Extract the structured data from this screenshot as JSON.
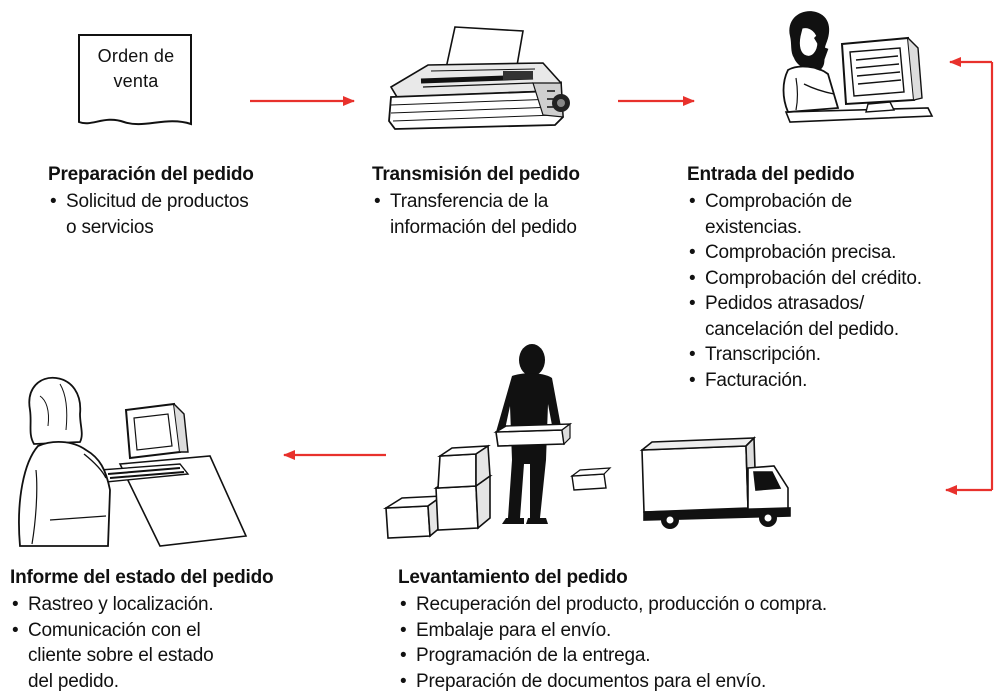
{
  "colors": {
    "arrow": "#e8312c",
    "ink": "#111111",
    "background": "#ffffff"
  },
  "document_icon": {
    "label": "Orden de\nventa"
  },
  "steps": [
    {
      "key": "preparation",
      "title": "Preparación del pedido",
      "items": [
        "Solicitud de productos\no servicios"
      ]
    },
    {
      "key": "transmission",
      "title": "Transmisión del pedido",
      "items": [
        "Transferencia de la\ninformación del pedido"
      ]
    },
    {
      "key": "entry",
      "title": "Entrada del pedido",
      "items": [
        "Comprobación de\nexistencias.",
        "Comprobación precisa.",
        "Comprobación del crédito.",
        "Pedidos atrasados/\ncancelación del pedido.",
        "Transcripción.",
        "Facturación."
      ]
    },
    {
      "key": "pickup",
      "title": "Levantamiento del pedido",
      "items": [
        "Recuperación del producto, producción o compra.",
        "Embalaje para el envío.",
        "Programación de la entrega.",
        "Preparación de documentos para el envío."
      ]
    },
    {
      "key": "status",
      "title": "Informe del estado del pedido",
      "items": [
        "Rastreo y localización.",
        "Comunicación con el\ncliente sobre el estado\ndel pedido."
      ]
    }
  ]
}
